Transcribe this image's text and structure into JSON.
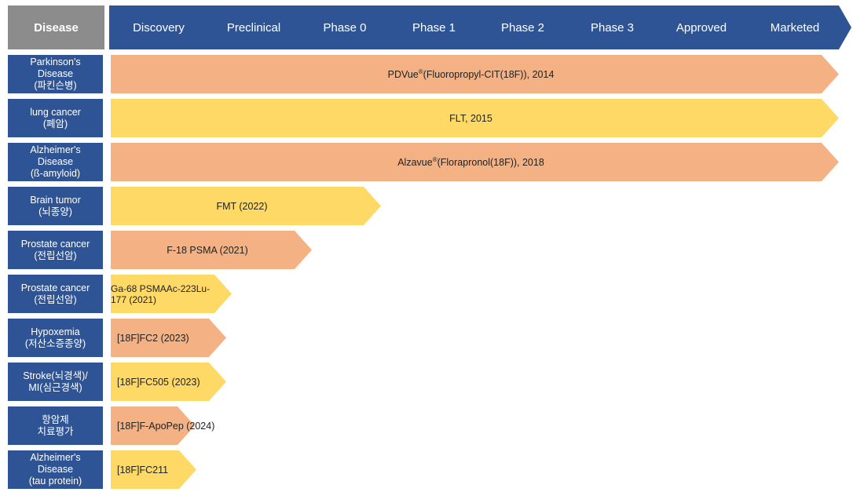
{
  "colors": {
    "header_gray": "#8c8c8c",
    "phase_blue": "#2f5496",
    "row_blue": "#2f5496",
    "bar_orange": "#f4b183",
    "bar_yellow": "#ffd966",
    "text_dark": "#222222",
    "text_light": "#ffffff"
  },
  "header": {
    "disease_label": "Disease",
    "phases": [
      "Discovery",
      "Preclinical",
      "Phase 0",
      "Phase 1",
      "Phase 2",
      "Phase 3",
      "Approved",
      "Marketed"
    ]
  },
  "rows": [
    {
      "label_lines": [
        "Parkinson's",
        "Disease",
        "(파킨슨병)"
      ],
      "bar_lines": [
        "PDVue®(Fluoropropyl-CIT(18F)), 2014"
      ],
      "reach_phase": "Marketed",
      "color": "orange"
    },
    {
      "label_lines": [
        "lung cancer",
        "(폐암)"
      ],
      "bar_lines": [
        "FLT, 2015"
      ],
      "reach_phase": "Marketed",
      "color": "yellow"
    },
    {
      "label_lines": [
        "Alzheimer's",
        "Disease",
        "(ß-amyloid)"
      ],
      "bar_lines": [
        "Alzavue®(Florapronol(18F)), 2018"
      ],
      "reach_phase": "Marketed",
      "color": "orange"
    },
    {
      "label_lines": [
        "Brain tumor",
        "(뇌종양)"
      ],
      "bar_lines": [
        "FMT (2022)"
      ],
      "reach_phase": "Phase 0",
      "color": "yellow"
    },
    {
      "label_lines": [
        "Prostate cancer",
        "(전립선암)"
      ],
      "bar_lines": [
        "F-18 PSMA (2021)"
      ],
      "reach_phase": "Preclinical",
      "color": "orange"
    },
    {
      "label_lines": [
        "Prostate cancer",
        "(전립선암)"
      ],
      "bar_lines": [
        "Ga-68 PSMA",
        "Ac-223",
        "Lu-177 (2021)"
      ],
      "reach_phase": "Discovery",
      "color": "yellow"
    },
    {
      "label_lines": [
        "Hypoxemia",
        "(저산소증종양)"
      ],
      "bar_lines": [
        "[18F]FC2 (2023)"
      ],
      "reach_phase": "Discovery",
      "color": "orange"
    },
    {
      "label_lines": [
        "Stroke(뇌경색)/",
        "MI(심근경색)"
      ],
      "bar_lines": [
        "[18F]FC505 (2023)"
      ],
      "reach_phase": "Discovery",
      "color": "yellow"
    },
    {
      "label_lines": [
        "항암제",
        "치료평가"
      ],
      "bar_lines": [
        "[18F]F-ApoPep (2024)"
      ],
      "reach_phase": "Discovery",
      "color": "orange"
    },
    {
      "label_lines": [
        "Alzheimer's",
        "Disease",
        "(tau protein)"
      ],
      "bar_lines": [
        "[18F]FC211"
      ],
      "reach_phase": "Discovery",
      "color": "yellow"
    }
  ]
}
